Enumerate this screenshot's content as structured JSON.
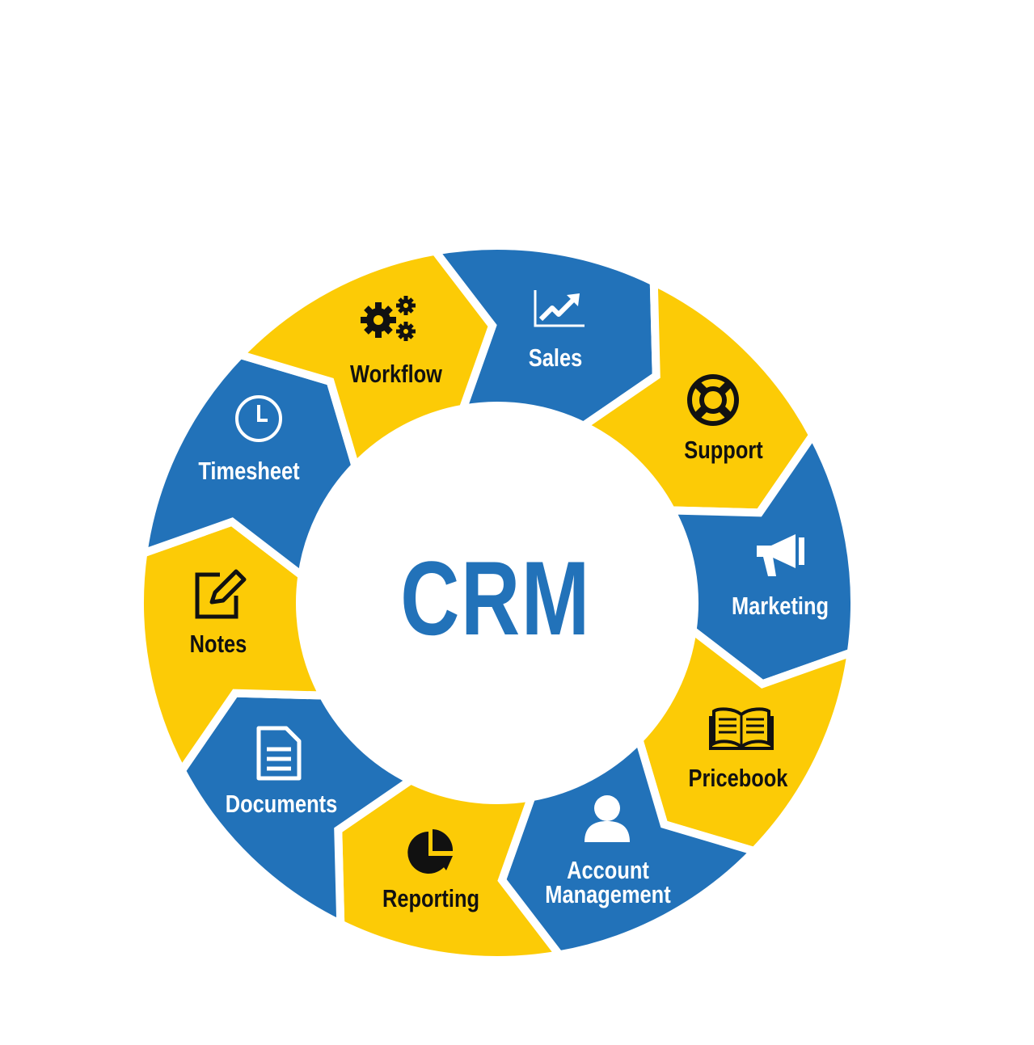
{
  "title": "CRM",
  "colors": {
    "blue": "#2272b9",
    "yellow": "#fccb06",
    "gap": "#ffffff"
  },
  "segments": [
    {
      "label": "Sales",
      "icon": "chart-trend-icon",
      "color": "blue"
    },
    {
      "label": "Support",
      "icon": "lifebuoy-icon",
      "color": "yellow"
    },
    {
      "label": "Marketing",
      "icon": "megaphone-icon",
      "color": "blue"
    },
    {
      "label": "Pricebook",
      "icon": "open-book-icon",
      "color": "yellow"
    },
    {
      "label": "Account Management",
      "icon": "user-icon",
      "color": "blue"
    },
    {
      "label": "Reporting",
      "icon": "pie-chart-icon",
      "color": "yellow"
    },
    {
      "label": "Documents",
      "icon": "document-icon",
      "color": "blue"
    },
    {
      "label": "Notes",
      "icon": "edit-note-icon",
      "color": "yellow"
    },
    {
      "label": "Timesheet",
      "icon": "clock-icon",
      "color": "blue"
    },
    {
      "label": "Workflow",
      "icon": "gears-icon",
      "color": "yellow"
    }
  ]
}
